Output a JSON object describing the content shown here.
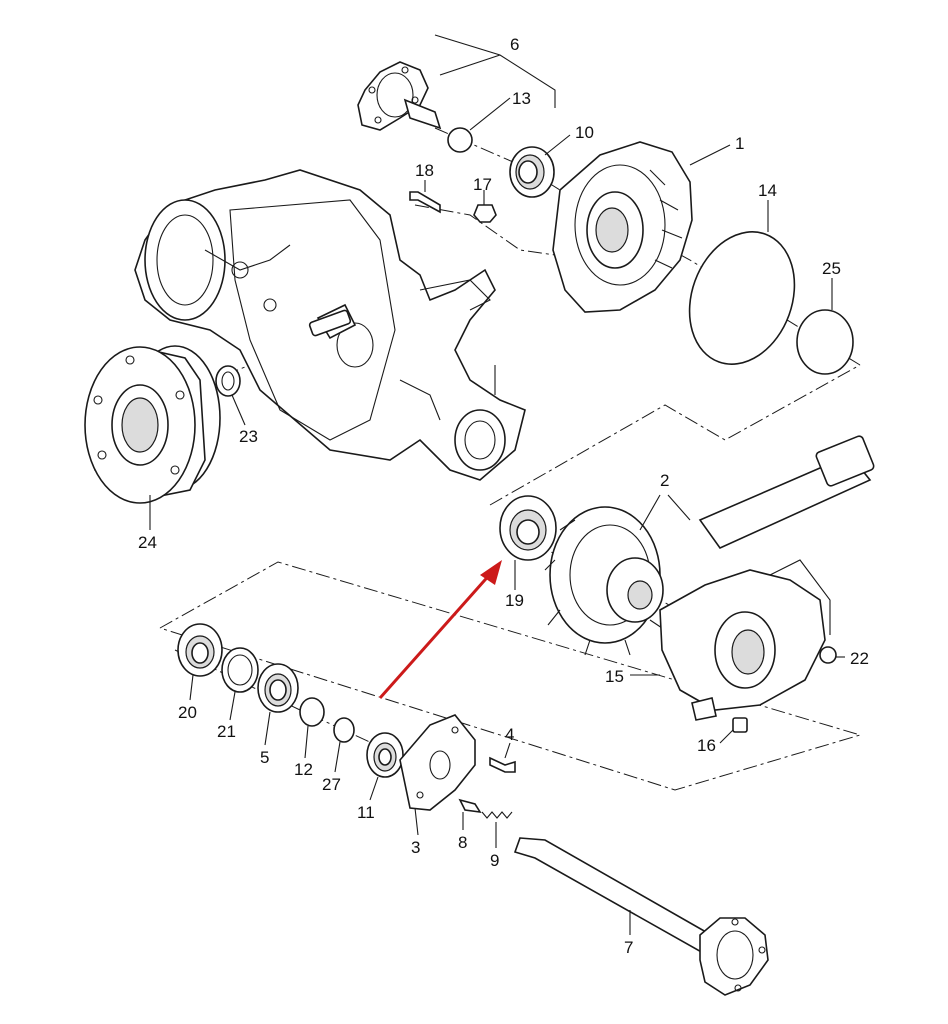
{
  "diagram": {
    "colors": {
      "line": "#1a1a1a",
      "background": "#ffffff",
      "arrow": "#cc1a1a"
    },
    "callouts": {
      "c1": "1",
      "c2": "2",
      "c3": "3",
      "c4": "4",
      "c5": "5",
      "c6": "6",
      "c7": "7",
      "c8": "8",
      "c9": "9",
      "c10": "10",
      "c11": "11",
      "c12": "12",
      "c13": "13",
      "c14": "14",
      "c15": "15",
      "c16": "16",
      "c17": "17",
      "c18": "18",
      "c19": "19",
      "c20": "20",
      "c21": "21",
      "c22": "22",
      "c23": "23",
      "c24": "24",
      "c25": "25",
      "c27": "27"
    }
  }
}
